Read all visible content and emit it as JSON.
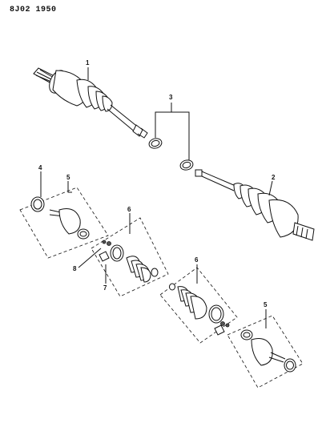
{
  "header": {
    "code": "8J02",
    "number": "1950"
  },
  "callouts": {
    "c1": "1",
    "c2": "2",
    "c3": "3",
    "c4": "4",
    "c5a": "5",
    "c5b": "5",
    "c6a": "6",
    "c6b": "6",
    "c7": "7",
    "c8": "8"
  }
}
